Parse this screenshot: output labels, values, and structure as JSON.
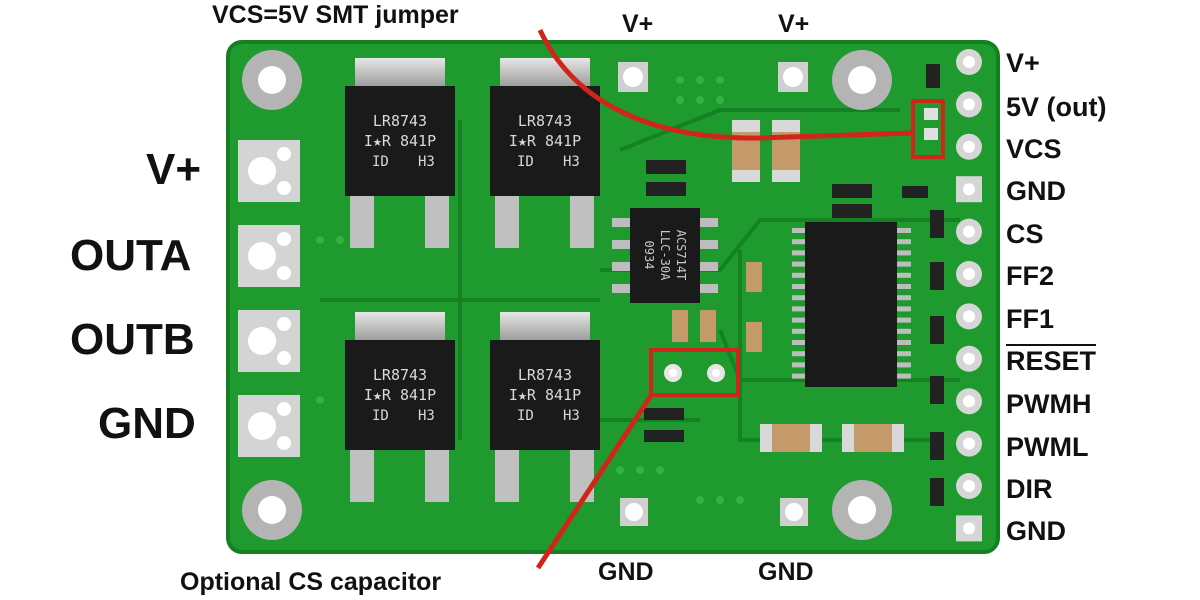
{
  "left_labels": [
    "V+",
    "OUTA",
    "OUTB",
    "GND"
  ],
  "right_pins": [
    "V+",
    "5V (out)",
    "VCS",
    "GND",
    "CS",
    "FF2",
    "FF1",
    "RESET",
    "PWMH",
    "PWML",
    "DIR",
    "GND"
  ],
  "top_labels": [
    "V+",
    "V+"
  ],
  "bottom_labels": [
    "GND",
    "GND"
  ],
  "annotations": {
    "jumper": "VCS=5V SMT jumper",
    "capacitor": "Optional CS capacitor"
  },
  "components": {
    "mosfet_marking": [
      "LR8743",
      "I★R 841P",
      "ID",
      "H3"
    ],
    "current_sensor_marking": [
      "ACS714T",
      "LLC-30A",
      "0934"
    ]
  },
  "colors": {
    "pcb": "#1e9a2e",
    "pcb_edge": "#15801f",
    "highlight": "#d0251a",
    "mosfet": "#1a1a1a",
    "tab": "#c9c9c9"
  }
}
